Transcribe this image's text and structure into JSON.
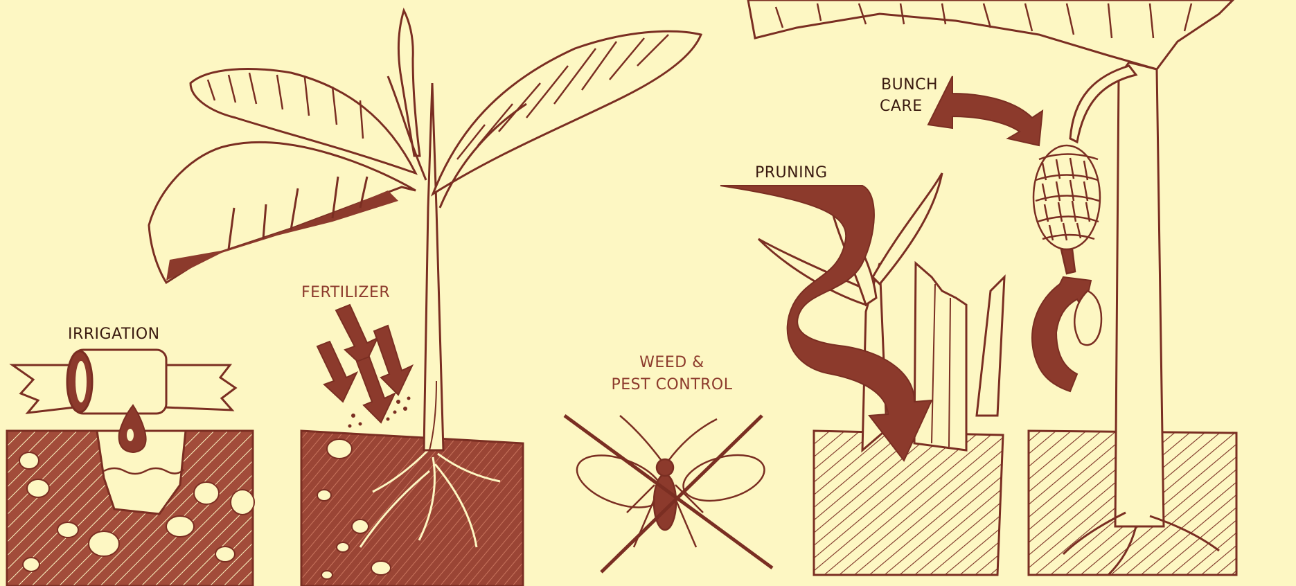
{
  "labels": {
    "irrigation": "IRRIGATION",
    "fertilizer": "FERTILIZER",
    "weed_pest": [
      "WEED &",
      "PEST CONTROL"
    ],
    "pruning": "PRUNING",
    "bunch_care": [
      "BUNCH",
      "CARE"
    ]
  },
  "colors": {
    "background": "#fdf7c3",
    "ink": "#7a2e22",
    "fill": "#8c3a2c",
    "soil": "#9a4535"
  }
}
